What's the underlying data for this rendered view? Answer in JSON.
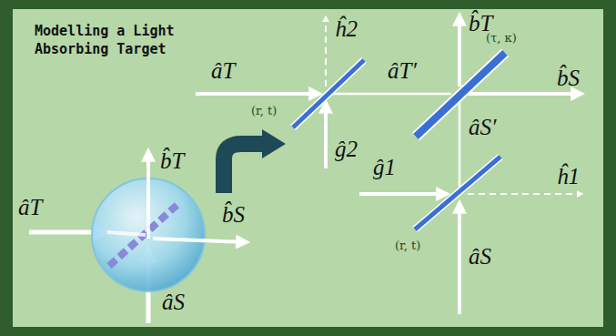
{
  "diagram": {
    "title": "Modelling a Light Absorbing Target",
    "labels": [
      "âT",
      "b̂T",
      "b̂S",
      "âS",
      "âT",
      "ĥ2",
      "(r, t)",
      "ĝ2",
      "âT′",
      "b̂T",
      "(τ, κ)",
      "b̂S",
      "âS′",
      "ĝ1",
      "ĥ1",
      "(r, t)",
      "âS"
    ]
  }
}
